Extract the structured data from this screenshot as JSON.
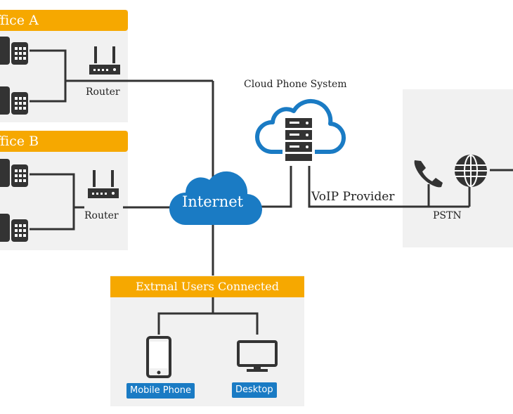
{
  "office_a": {
    "label": "Office A",
    "router_label": "Router"
  },
  "office_b": {
    "label": "Office B",
    "router_label": "Router"
  },
  "internet": {
    "label": "Internet"
  },
  "cloud_system": {
    "label": "Cloud Phone System"
  },
  "voip": {
    "label": "VoIP Provider"
  },
  "pstn": {
    "label": "PSTN"
  },
  "external": {
    "label": "Extrnal Users Connected",
    "mobile_label": "Mobile Phone",
    "desktop_label": "Desktop"
  },
  "colors": {
    "orange": "#f6a800",
    "blue": "#1a7bc4",
    "dark": "#333333",
    "panel": "#f1f1f1"
  }
}
